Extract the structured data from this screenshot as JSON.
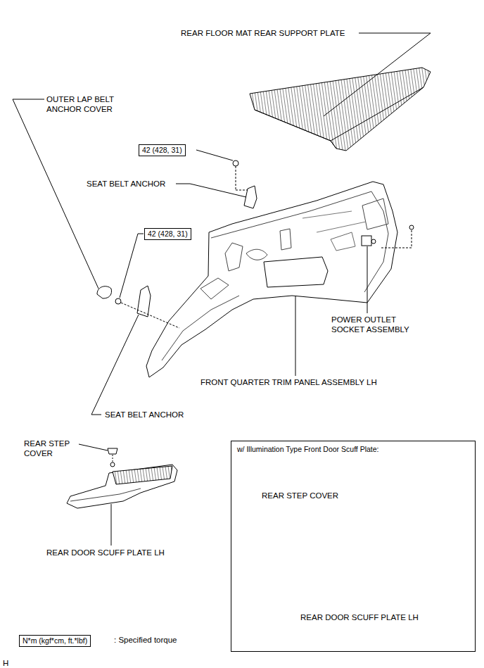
{
  "diagram": {
    "nodes": [
      {
        "text": [
          "42 (428, 31)"
        ]
      },
      {
        "text": [
          "42 (428, 31)"
        ]
      },
      {
        "text": [
          "w/ Illumination Type Front Door Scuff Plate:"
        ]
      },
      {
        "text": [
          "N*m (kgf*cm, ft.*lbf)"
        ]
      }
    ],
    "labels": [
      "REAR FLOOR MAT REAR SUPPORT PLATE",
      "OUTER LAP BELT ANCHOR COVER",
      "SEAT BELT ANCHOR",
      "SEAT BELT ANCHOR",
      "POWER OUTLET SOCKET ASSEMBLY",
      "FRONT QUARTER TRIM PANEL ASSEMBLY LH",
      "REAR STEP COVER",
      "REAR DOOR SCUFF PLATE LH",
      "REAR STEP COVER",
      "REAR DOOR SCUFF PLATE LH",
      ": Specified torque",
      "H"
    ]
  }
}
